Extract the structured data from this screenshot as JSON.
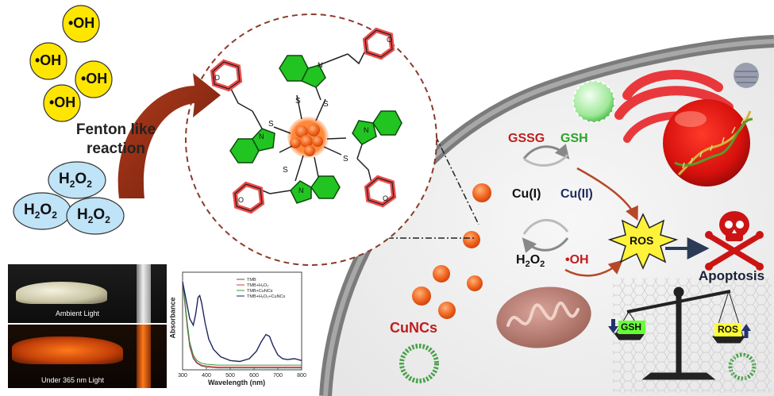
{
  "fenton": {
    "line1": "Fenton like",
    "line2": "reaction"
  },
  "hydroxyl_radical": "•OH",
  "hydrogen_peroxide": {
    "formula": "H",
    "sub": "2",
    "o": "O",
    "sub2": "2"
  },
  "photo": {
    "top_caption": "Ambient Light",
    "bottom_caption": "Under 365 nm Light"
  },
  "spectrum": {
    "chart_data": {
      "type": "line",
      "xlabel": "Wavelength (nm)",
      "ylabel": "Absorbance",
      "xlim": [
        300,
        800
      ],
      "xticks": [
        300,
        400,
        500,
        600,
        700,
        800
      ],
      "series": [
        {
          "name": "TMB",
          "color": "#555555",
          "x": [
            300,
            310,
            320,
            330,
            345,
            360,
            380,
            400,
            450,
            500,
            600,
            700,
            800
          ],
          "y": [
            0.95,
            0.7,
            0.45,
            0.25,
            0.12,
            0.07,
            0.04,
            0.03,
            0.02,
            0.02,
            0.02,
            0.02,
            0.02
          ]
        },
        {
          "name": "TMB+H₂O₂",
          "color": "#d63a3a",
          "x": [
            300,
            310,
            320,
            330,
            345,
            360,
            380,
            400,
            450,
            500,
            600,
            700,
            800
          ],
          "y": [
            0.95,
            0.72,
            0.48,
            0.28,
            0.14,
            0.08,
            0.05,
            0.04,
            0.03,
            0.03,
            0.03,
            0.03,
            0.03
          ]
        },
        {
          "name": "TMB+CuNCs",
          "color": "#2e9e3e",
          "x": [
            300,
            310,
            320,
            330,
            345,
            360,
            380,
            400,
            450,
            500,
            600,
            700,
            800
          ],
          "y": [
            0.96,
            0.74,
            0.5,
            0.3,
            0.16,
            0.1,
            0.07,
            0.06,
            0.05,
            0.05,
            0.05,
            0.05,
            0.05
          ]
        },
        {
          "name": "TMB+H₂O₂+CuNCs",
          "color": "#20255e",
          "x": [
            300,
            315,
            330,
            345,
            355,
            365,
            372,
            380,
            395,
            410,
            430,
            460,
            500,
            540,
            580,
            610,
            630,
            650,
            665,
            680,
            700,
            720,
            740,
            770,
            800
          ],
          "y": [
            0.95,
            0.75,
            0.55,
            0.48,
            0.6,
            0.78,
            0.8,
            0.72,
            0.5,
            0.33,
            0.22,
            0.14,
            0.1,
            0.09,
            0.12,
            0.2,
            0.3,
            0.38,
            0.36,
            0.26,
            0.16,
            0.12,
            0.11,
            0.12,
            0.1
          ]
        }
      ]
    }
  },
  "cell": {
    "gssg": "GSSG",
    "gsh": "GSH",
    "cu1": "Cu(I)",
    "cu2": "Cu(II)",
    "h2o2": "H",
    "oh": "•OH",
    "ros": "ROS",
    "apoptosis": "Apoptosis",
    "cuncs": "CuNCs",
    "balance_gsh": "GSH",
    "balance_ros": "ROS"
  },
  "molecule": {
    "s_label": "S",
    "n_label": "N",
    "o_label": "O"
  },
  "colors": {
    "benzimidazole": "#22c422",
    "morpholine": "#ee4b4b",
    "cluster": "#ff7a1f",
    "ros_star": "#fff23a",
    "fenton_arrow": "#8a2a14",
    "bubble_oh": "#ffe600",
    "bubble_h2o2": "#bfe3f7"
  }
}
